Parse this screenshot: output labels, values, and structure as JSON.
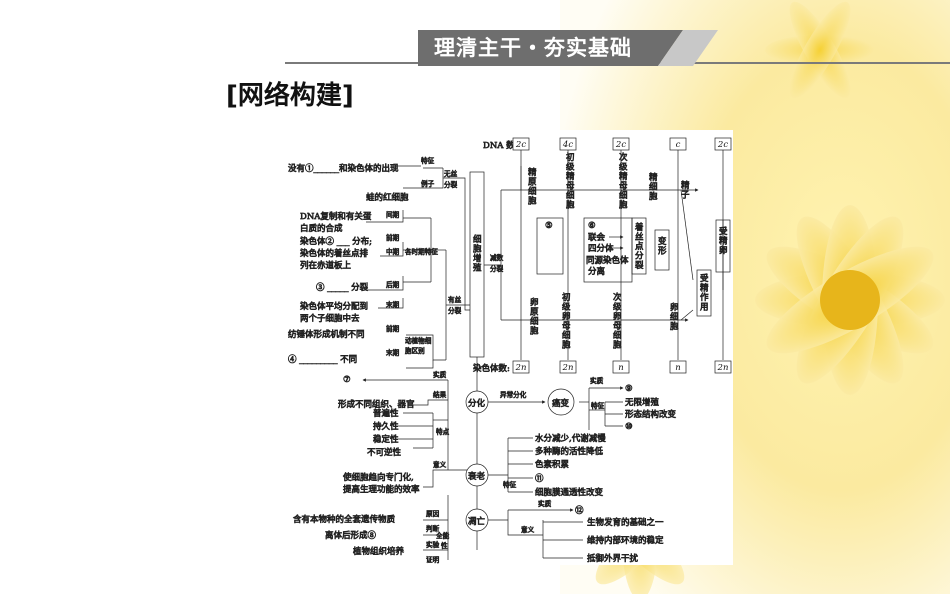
{
  "header": {
    "banner_title": "理清主干・夯实基础",
    "section_title": "[网络构建]"
  },
  "left": {
    "nonmitotic": "没有①______和染色体的出现",
    "feature": "特征",
    "nonmitotic_label": "无丝",
    "division": "分裂",
    "example": "例子",
    "frog": "蛙的红细胞",
    "dna1": "DNA复制和有关蛋",
    "dna2": "白质的合成",
    "interphase": "间期",
    "prophase": "前期",
    "metaphase": "中期",
    "anaphase": "后期",
    "telophase": "末期",
    "chrom_dist1": "染色体② ___ 分布;",
    "chrom_dist2": "染色体的着丝点排",
    "chrom_dist3": "列在赤道板上",
    "q3": "③ _____ 分裂",
    "avg1": "染色体平均分配到",
    "avg2": "两个子细胞中去",
    "spindle": "纺锤体形成机制不同",
    "q4": "④ _________ 不同",
    "period_features": "各时期特征",
    "mitosis": "有丝",
    "animal_plant1": "动植物细",
    "animal_plant2": "胞区别"
  },
  "center": {
    "proliferation": "细胞增殖",
    "meiosis": "减数",
    "meiosis_div": "分裂"
  },
  "meiosis": {
    "dna_label": "DNA 数:",
    "dna": [
      "2c",
      "4c",
      "2c",
      "c",
      "2c"
    ],
    "chrom_label": "染色体数:",
    "chrom": [
      "2n",
      "2n",
      "n",
      "n",
      "2n"
    ],
    "spermatogonia": "精原细胞",
    "primary_sperm": "初级精母细胞",
    "secondary_sperm": "次级精母细胞",
    "spermatid": "精细胞",
    "sperm": "精子",
    "oogonia": "卵原细胞",
    "primary_oocyte": "初级卵母细胞",
    "secondary_oocyte": "次级卵母细胞",
    "egg": "卵细胞",
    "q5": "⑤",
    "q6": "⑥",
    "synapsis": "联会",
    "tetrad": "四分体",
    "homolog_sep1": "同源染色体",
    "homolog_sep2": "分离",
    "centromere": "着丝点分裂",
    "transform": "变形",
    "fertilized": "受精卵",
    "fertilization": "受精作用"
  },
  "differentiation": {
    "q7": "⑦",
    "essence": "实质",
    "result": "结果",
    "result_text": "形成不同组织、器官",
    "universal": "普遍性",
    "persistent": "持久性",
    "stable": "稳定性",
    "irreversible": "不可逆性",
    "characteristic": "特点",
    "meaning": "意义",
    "meaning1": "使细胞趋向专门化,",
    "meaning2": "提高生理功能的效率",
    "node": "分化",
    "abnormal": "异常分化",
    "cancer": "癌变",
    "cancer_essence": "实质",
    "q9": "⑨",
    "cancer_feature": "特征",
    "unlimited": "无限增殖",
    "morph_change": "形态结构改变",
    "q10": "⑩"
  },
  "totipotency": {
    "full_genetic": "含有本物种的全套遗传物质",
    "reason": "原因",
    "judgment": "判断",
    "q8": "离体后形成⑧",
    "totipotent1": "全能",
    "totipotent2": "性",
    "experiment": "实验",
    "tissue": "植物组织培养",
    "proof": "证明"
  },
  "aging": {
    "node": "衰老",
    "water": "水分减少,代谢减慢",
    "enzyme": "多种酶的活性降低",
    "pigment": "色素积累",
    "q11": "⑪",
    "membrane": "细胞膜通透性改变",
    "feature": "特征"
  },
  "apoptosis": {
    "node": "凋亡",
    "essence": "实质",
    "q12": "⑫",
    "meaning": "意义",
    "basis": "生物发育的基础之一",
    "stability": "维持内部环境的稳定",
    "defense": "抵御外界干扰"
  },
  "colors": {
    "banner_dark": "#6e6e6e",
    "banner_light": "#c8c8c8",
    "flower_yellow": "#f3d23a",
    "flower_cream": "#fbf3cf"
  }
}
